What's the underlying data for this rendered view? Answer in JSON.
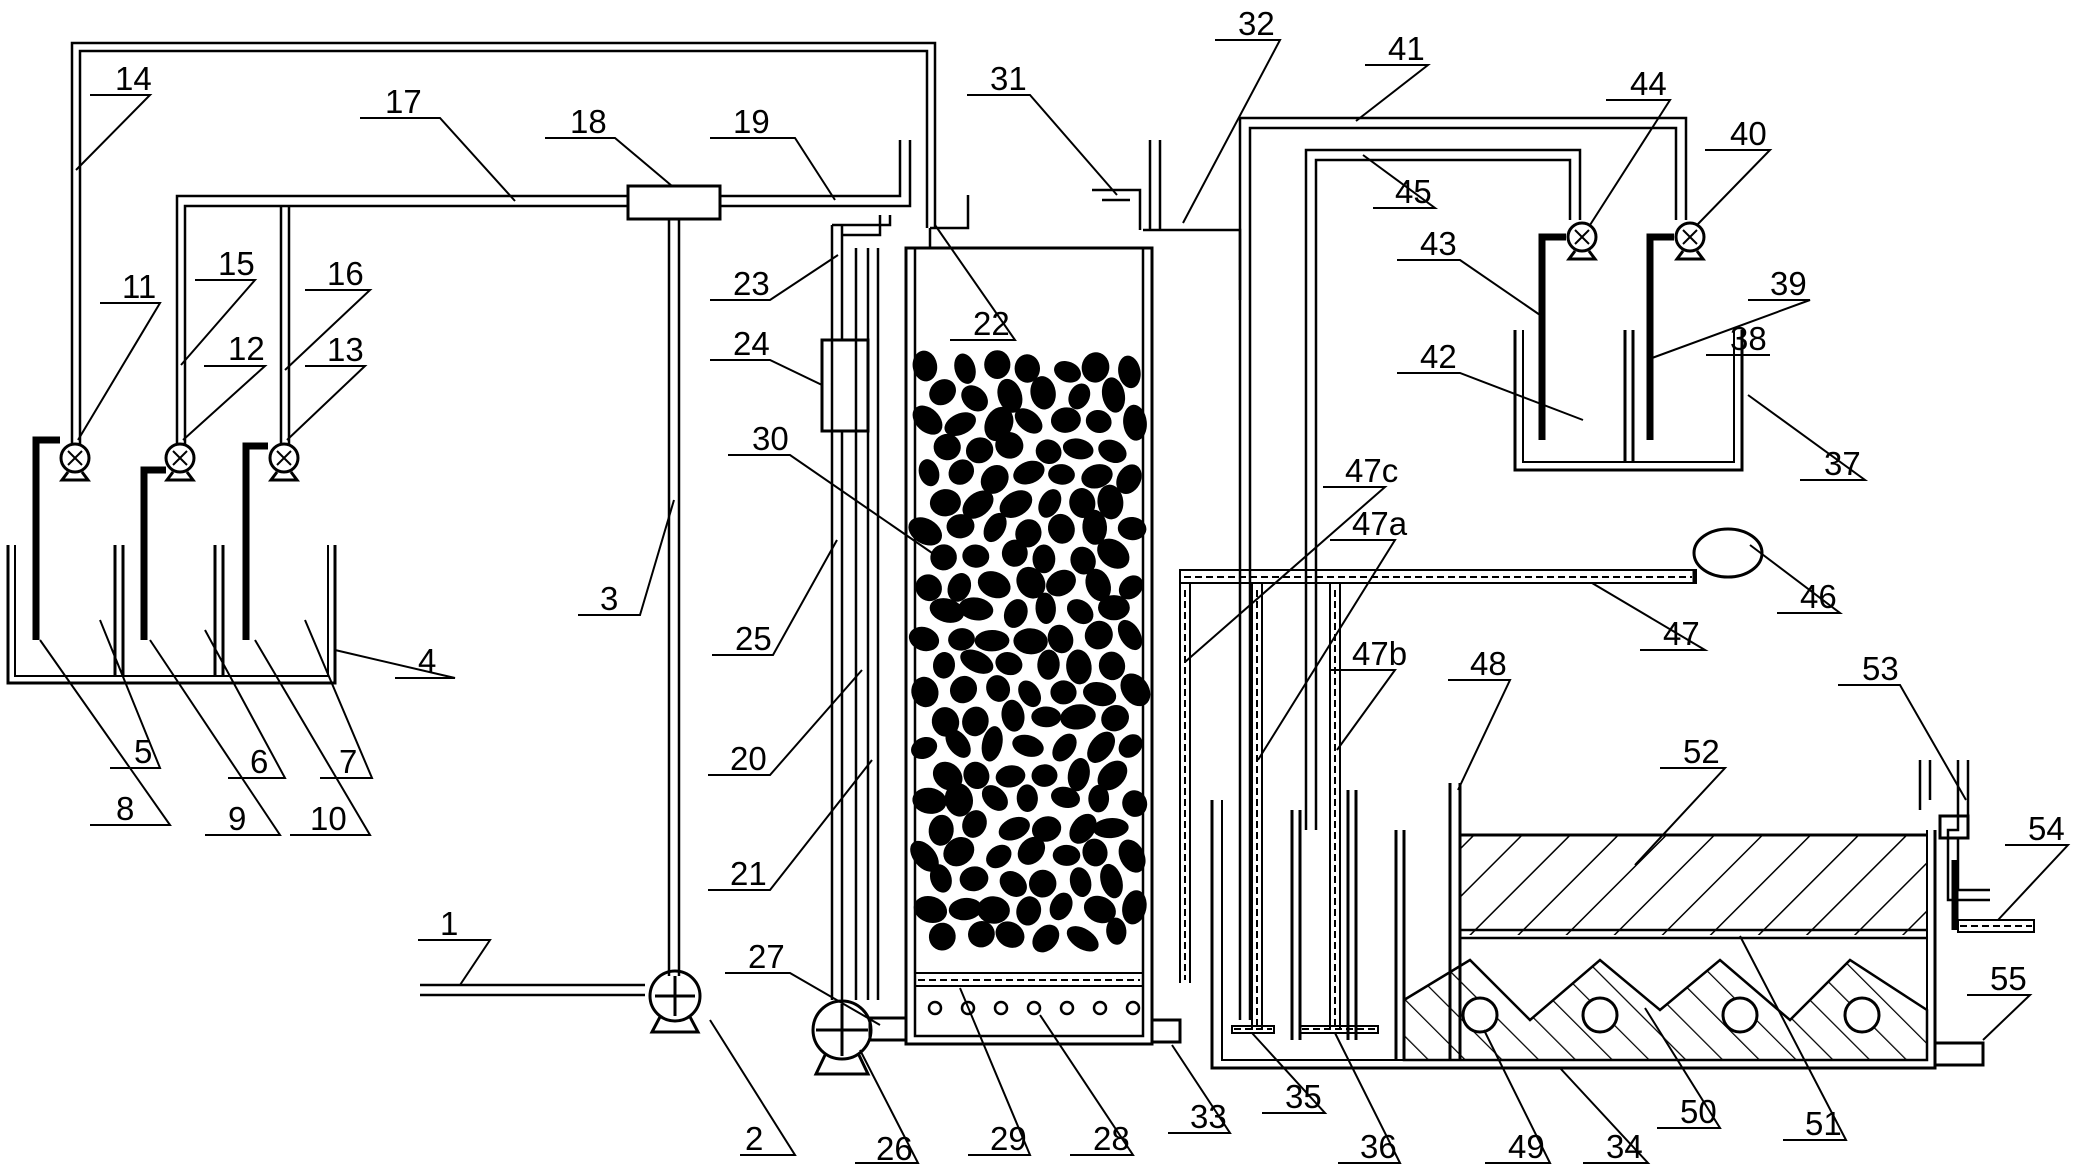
{
  "labels": {
    "l1": "1",
    "l2": "2",
    "l3": "3",
    "l4": "4",
    "l5": "5",
    "l6": "6",
    "l7": "7",
    "l8": "8",
    "l9": "9",
    "l10": "10",
    "l11": "11",
    "l12": "12",
    "l13": "13",
    "l14": "14",
    "l15": "15",
    "l16": "16",
    "l17": "17",
    "l18": "18",
    "l19": "19",
    "l20": "20",
    "l21": "21",
    "l22": "22",
    "l23": "23",
    "l24": "24",
    "l25": "25",
    "l26": "26",
    "l27": "27",
    "l28": "28",
    "l29": "29",
    "l30": "30",
    "l31": "31",
    "l32": "32",
    "l33": "33",
    "l34": "34",
    "l35": "35",
    "l36": "36",
    "l37": "37",
    "l38": "38",
    "l39": "39",
    "l40": "40",
    "l41": "41",
    "l42": "42",
    "l43": "43",
    "l44": "44",
    "l45": "45",
    "l46": "46",
    "l47": "47",
    "l47a": "47a",
    "l47b": "47b",
    "l47c": "47c",
    "l48": "48",
    "l49": "49",
    "l50": "50",
    "l51": "51",
    "l52": "52",
    "l53": "53",
    "l54": "54",
    "l55": "55"
  },
  "colors": {
    "stroke": "#000000",
    "background": "#ffffff"
  }
}
